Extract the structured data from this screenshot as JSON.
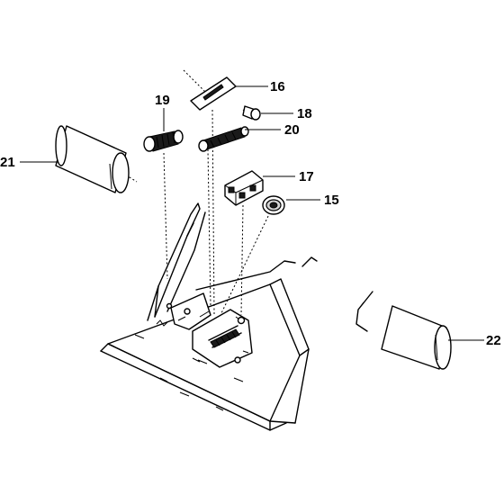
{
  "diagram": {
    "callouts": {
      "c15": "15",
      "c16": "16",
      "c17": "17",
      "c18": "18",
      "c19": "19",
      "c20": "20",
      "c21": "21",
      "c22": "22"
    }
  }
}
